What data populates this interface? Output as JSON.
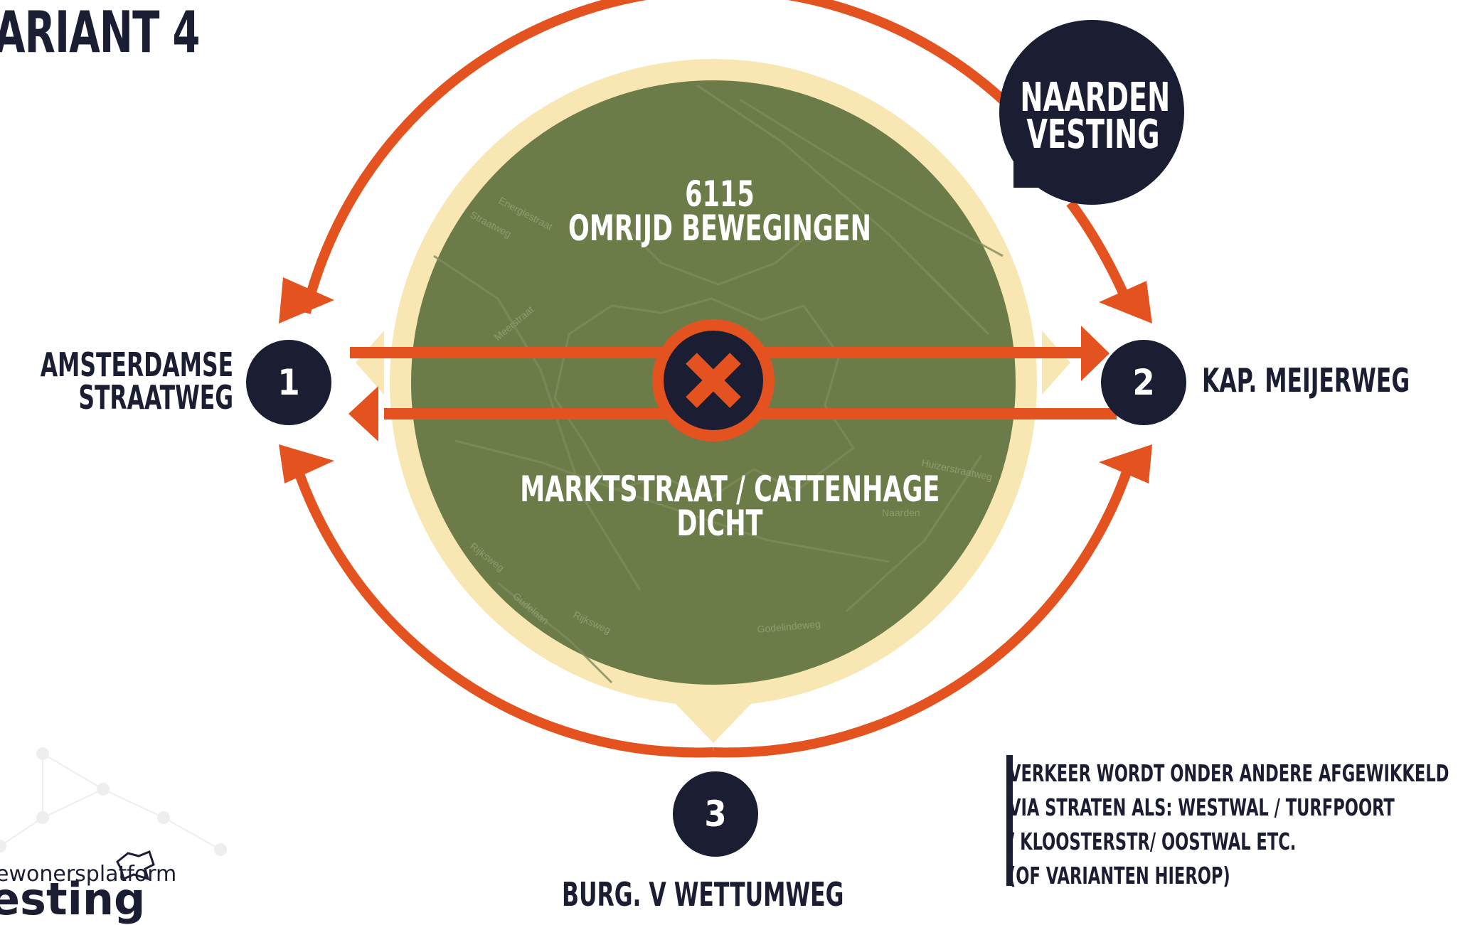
{
  "title": "ARIANT 4",
  "center": {
    "top_lines": [
      "6115",
      "OMRIJD BEWEGINGEN"
    ],
    "bottom_lines": [
      "MARKTSTRAAT / CATTENHAGE",
      "DICHT"
    ],
    "blocked_icon": "close-icon"
  },
  "bubble": {
    "lines": [
      "NAARDEN",
      "VESTING"
    ]
  },
  "nodes": [
    {
      "number": "1",
      "label_lines": [
        "AMSTERDAMSE",
        "STRAATWEG"
      ]
    },
    {
      "number": "2",
      "label_lines": [
        "KAP. MEIJERWEG"
      ]
    },
    {
      "number": "3",
      "label_lines": [
        "BURG. V WETTUMWEG"
      ]
    }
  ],
  "note_lines": [
    "VERKEER WORDT ONDER ANDERE AFGEWIKKELD",
    "VIA STRATEN ALS: WESTWAL / TURFPOORT",
    "/ KLOOSTERSTR/ OOSTWAL ETC.",
    "(OF VARIANTEN HIEROP)"
  ],
  "map_labels": [
    "Energiestraat",
    "Straatweg",
    "Meerstraat",
    "Huizerstraatweg",
    "Naarden",
    "Rijksweg",
    "Godelindeweg",
    "Rijksweg",
    "Gudelaan"
  ],
  "logo": {
    "small": "ewonersplatform",
    "big": "esting"
  },
  "colors": {
    "accent": "#e4531f",
    "navy": "#1b1d33",
    "map_green": "#6c7c49",
    "cream": "#f8e7b3"
  }
}
